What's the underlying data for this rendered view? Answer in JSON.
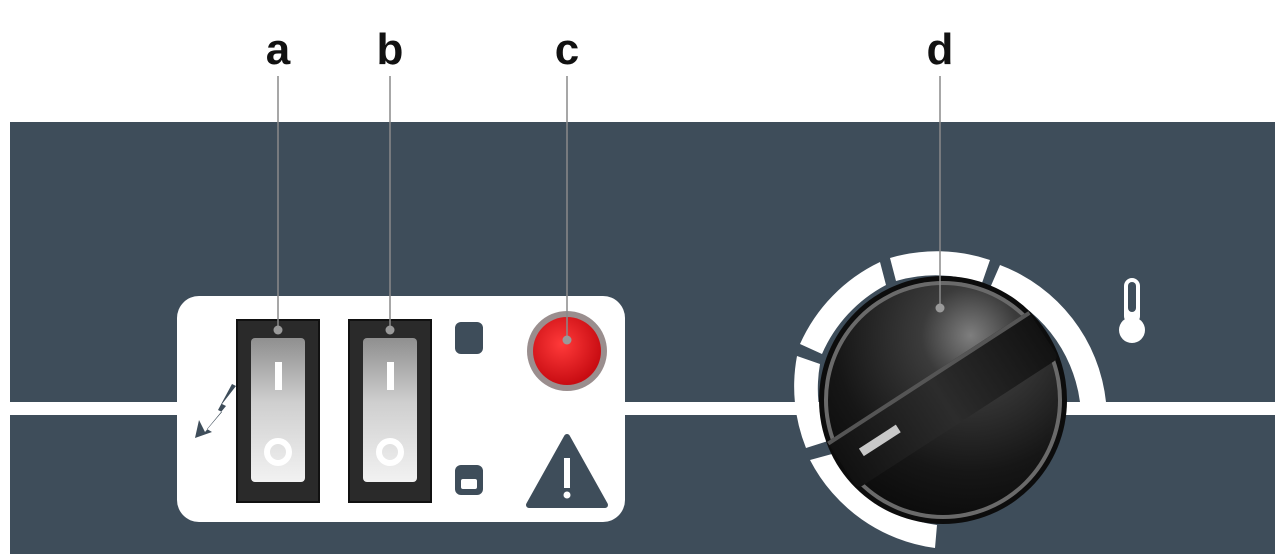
{
  "callouts": {
    "a": "a",
    "b": "b",
    "c": "c",
    "d": "d"
  },
  "switches": {
    "a": {
      "on_symbol": "I",
      "off_symbol": "O"
    },
    "b": {
      "on_symbol": "I",
      "off_symbol": "O"
    }
  },
  "icons": {
    "power": "lightning-arrow-icon",
    "mode_top": "square-indicator-icon",
    "mode_bottom": "half-filled-square-icon",
    "warning": "warning-triangle-icon",
    "temperature": "thermometer-icon"
  },
  "colors": {
    "panel": "#3e4d5a",
    "overlay": "#ffffff",
    "switch_body": "#2a2a2a",
    "rocker_light": "#d9d9d9",
    "indicator_red": "#e0141c",
    "indicator_ring": "#9a8e8e",
    "knob": "#1b1b1b",
    "leader_line": "#8a8a8a"
  }
}
